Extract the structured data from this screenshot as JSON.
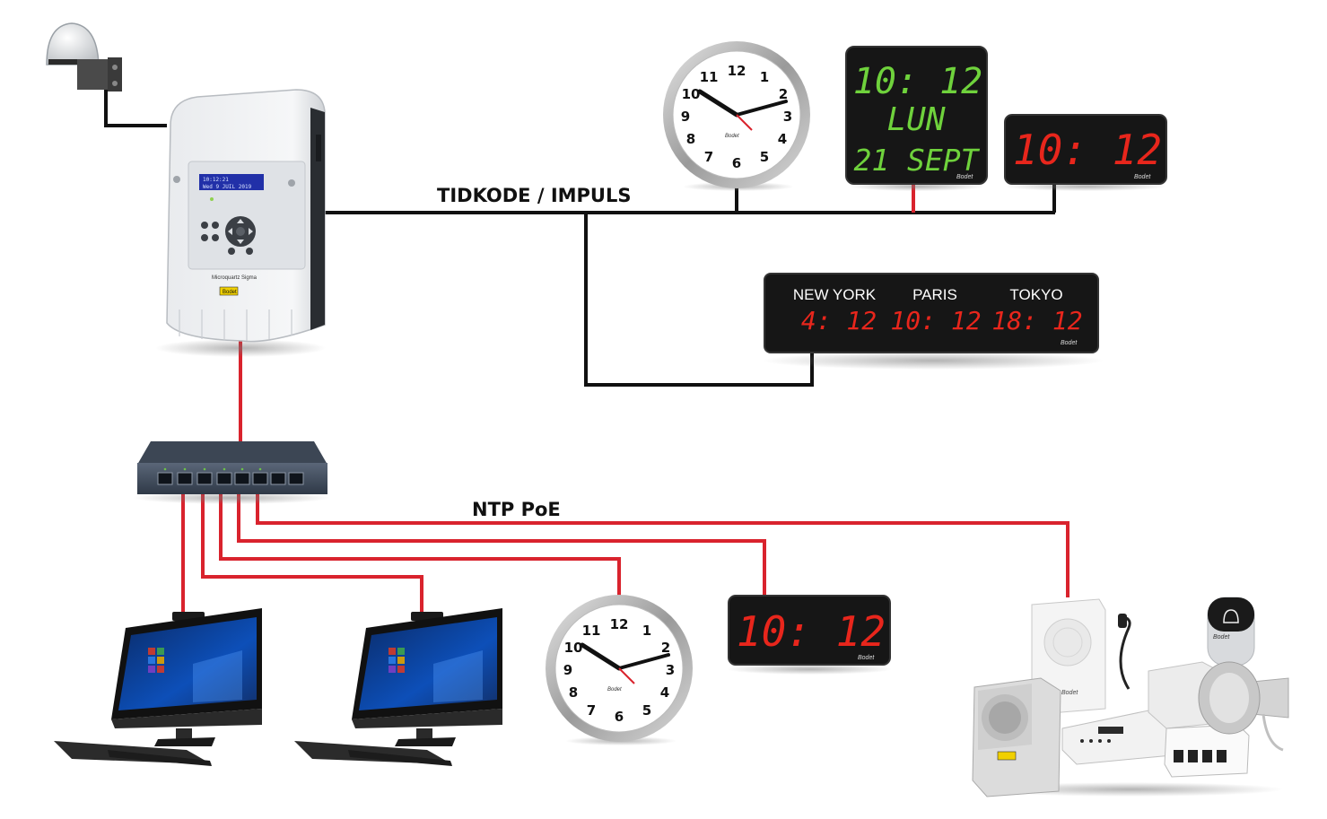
{
  "labels": {
    "timecode_bus": "TIDKODE / IMPULS",
    "ntp_bus": "NTP PoE"
  },
  "master_clock": {
    "lcd_line1": "10:12:21",
    "lcd_line2": "Wed 9 JUIL 2019",
    "model": "Microquartz Sigma",
    "brand": "Bodet"
  },
  "digital_calendar": {
    "time": "10: 12",
    "day": "LUN",
    "date": "21 SEPT",
    "brand": "Bodet"
  },
  "digital_clock_top": {
    "time": "10: 12",
    "brand": "Bodet"
  },
  "digital_clock_bottom": {
    "time": "10: 12",
    "brand": "Bodet"
  },
  "world_clock": {
    "cities": [
      {
        "name": "NEW YORK",
        "time": "4: 12"
      },
      {
        "name": "PARIS",
        "time": "10: 12"
      },
      {
        "name": "TOKYO",
        "time": "18: 12"
      }
    ],
    "brand": "Bodet"
  },
  "analog_clock": {
    "brand": "Bodet"
  },
  "colors": {
    "timecode_line": "#111111",
    "ntp_line": "#d9232d",
    "led_red": "#e8261c",
    "led_green": "#6fd23c"
  }
}
